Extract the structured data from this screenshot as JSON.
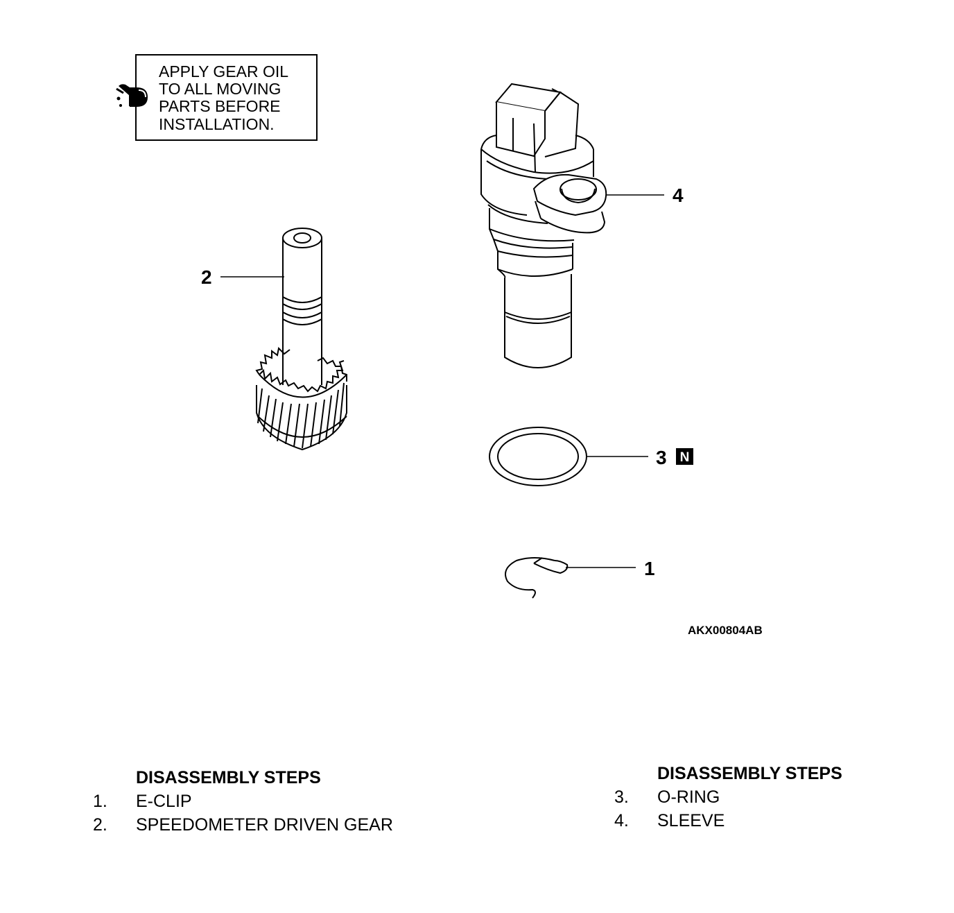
{
  "note": {
    "lines": [
      "APPLY GEAR OIL",
      "TO ALL MOVING",
      "PARTS BEFORE",
      "INSTALLATION."
    ],
    "icon": "oil-can-icon"
  },
  "callouts": {
    "e_clip": "1",
    "gear": "2",
    "o_ring": "3",
    "sleeve": "4",
    "new_part_badge": "N"
  },
  "figure_code": "AKX00804AB",
  "steps_left": {
    "heading": "DISASSEMBLY STEPS",
    "items": [
      {
        "num": "1.",
        "label": "E-CLIP"
      },
      {
        "num": "2.",
        "label": "SPEEDOMETER DRIVEN GEAR"
      }
    ]
  },
  "steps_right": {
    "heading": "DISASSEMBLY STEPS",
    "items": [
      {
        "num": "3.",
        "label": "O-RING"
      },
      {
        "num": "4.",
        "label": "SLEEVE"
      }
    ]
  }
}
